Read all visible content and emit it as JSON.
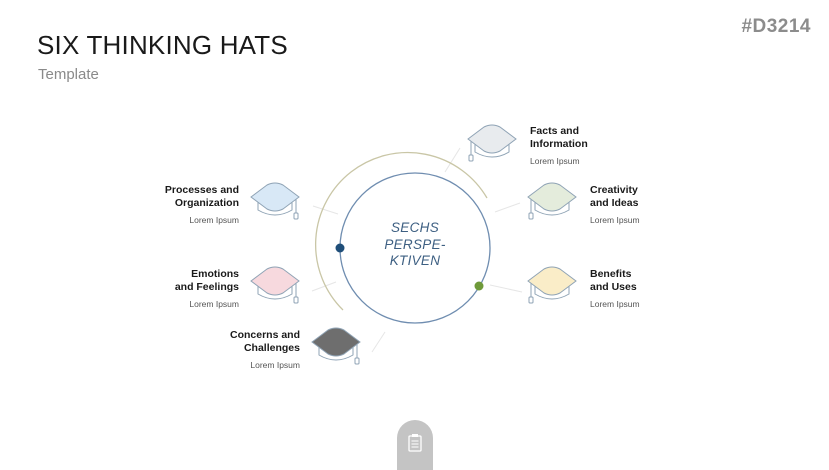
{
  "header": {
    "title": "SIX THINKING HATS",
    "subtitle": "Template",
    "code": "#D3214"
  },
  "center": {
    "line1": "SECHS",
    "line2": "PERSPE-",
    "line3": "KTIVEN"
  },
  "colors": {
    "ring_inner": "#5e7fa3",
    "ring_outer": "#b8b48a",
    "dot_blue": "#1f4e79",
    "dot_green": "#6f9a3a",
    "hat_outline": "#8fa3b5"
  },
  "hats": [
    {
      "title_line1": "Facts and",
      "title_line2": "Information",
      "desc": "Lorem Ipsum",
      "color": "#e8ebee",
      "icon": "graduation-cap-icon"
    },
    {
      "title_line1": "Creativity",
      "title_line2": "and Ideas",
      "desc": "Lorem Ipsum",
      "color": "#e4ecdc",
      "icon": "graduation-cap-icon"
    },
    {
      "title_line1": "Benefits",
      "title_line2": "and Uses",
      "desc": "Lorem Ipsum",
      "color": "#faedc8",
      "icon": "graduation-cap-icon"
    },
    {
      "title_line1": "Processes and",
      "title_line2": "Organization",
      "desc": "Lorem Ipsum",
      "color": "#d8e8f6",
      "icon": "graduation-cap-icon"
    },
    {
      "title_line1": "Emotions",
      "title_line2": "and Feelings",
      "desc": "Lorem Ipsum",
      "color": "#f7d9de",
      "icon": "graduation-cap-icon"
    },
    {
      "title_line1": "Concerns and",
      "title_line2": "Challenges",
      "desc": "Lorem Ipsum",
      "color": "#6e6e6e",
      "icon": "graduation-cap-icon"
    }
  ],
  "footer": {
    "icon": "clipboard-icon"
  }
}
